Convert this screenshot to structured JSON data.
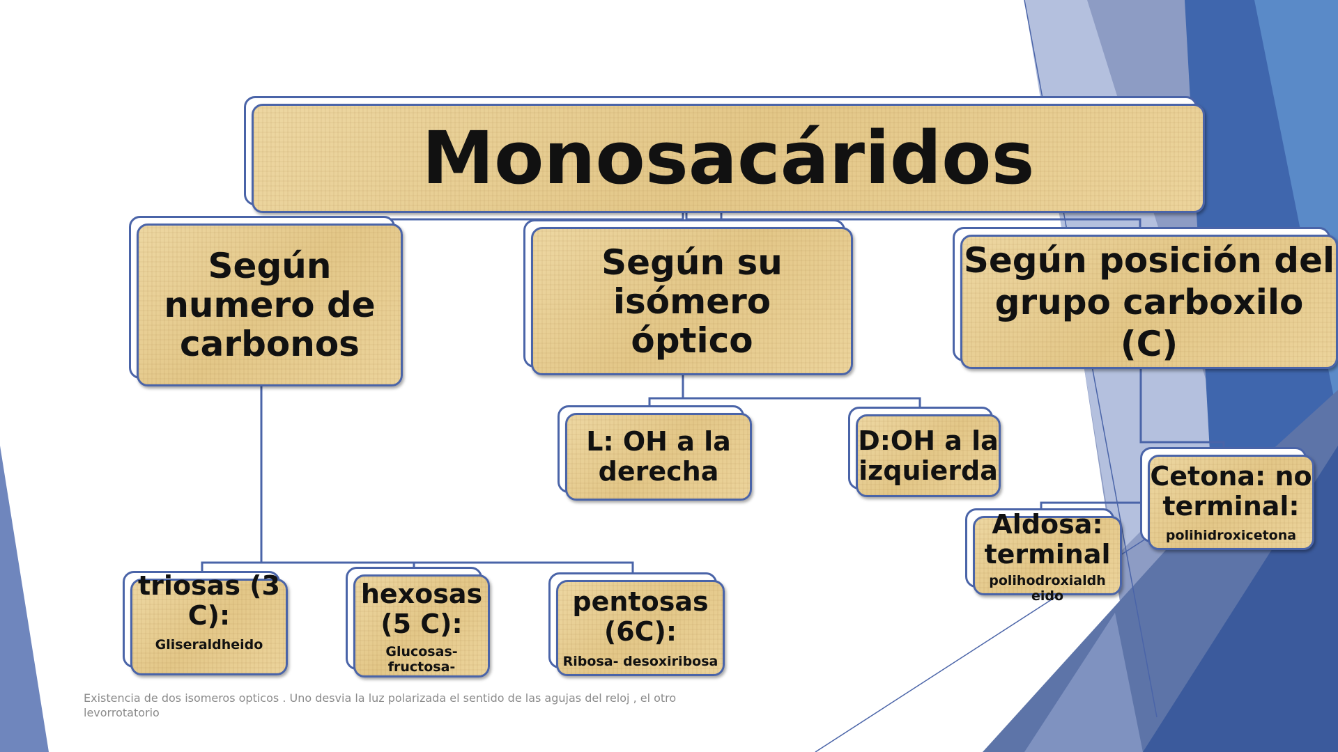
{
  "title": "Monosacáridos",
  "categories": [
    {
      "label": "Según numero de carbonos"
    },
    {
      "label": "Según su isómero óptico"
    },
    {
      "label": "Según posición del grupo carboxilo (C)"
    }
  ],
  "carbon_types": [
    {
      "label": "triosas (3 C):",
      "example": "Gliseraldheido"
    },
    {
      "label": "hexosas (5 C):",
      "example": "Glucosas- fructosa-"
    },
    {
      "label": "pentosas (6C):",
      "example": "Ribosa- desoxiribosa"
    }
  ],
  "isomers": [
    {
      "label": "L: OH a la derecha"
    },
    {
      "label": "D:OH a la izquierda"
    }
  ],
  "carbonyl": [
    {
      "label": "Aldosa: terminal",
      "example": "polihodroxialdheido"
    },
    {
      "label": "Cetona: no terminal:",
      "example": "polihidroxicetona"
    }
  ],
  "note": "Existencia de dos isomeros opticos . Uno desvia la luz polarizada el sentido de las agujas del reloj , el otro levorrotatorio",
  "colors": {
    "border": "#4a64a8",
    "parchment": "#e6cb8c",
    "background_accent": "#3d5fa3"
  }
}
